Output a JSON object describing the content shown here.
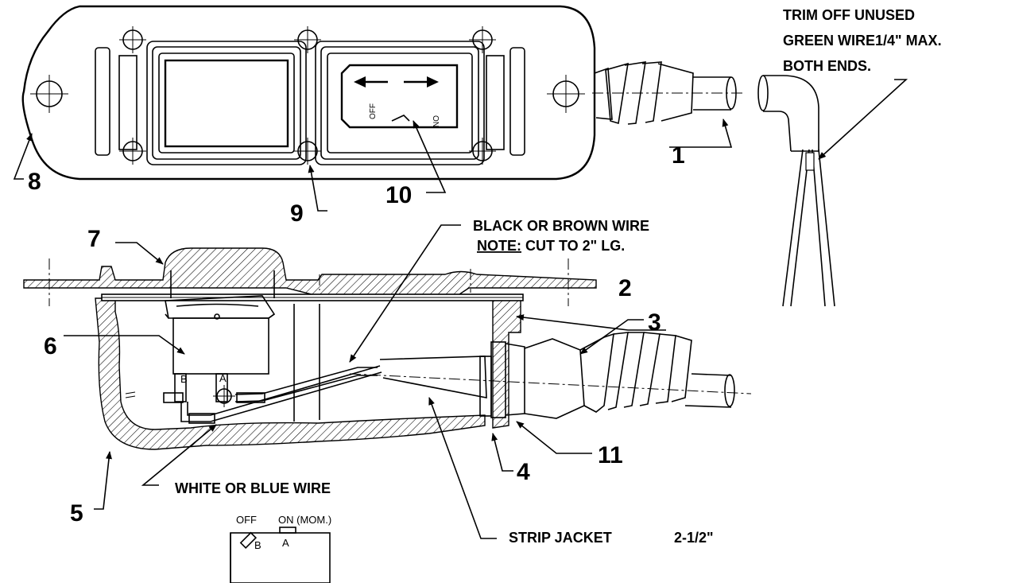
{
  "callouts": {
    "c1": "1",
    "c2": "2",
    "c3": "3",
    "c4": "4",
    "c5": "5",
    "c6": "6",
    "c7": "7",
    "c8": "8",
    "c9": "9",
    "c10": "10",
    "c11": "11"
  },
  "notes": {
    "trim_line1": "TRIM OFF UNUSED",
    "trim_line2": "GREEN WIRE1/4\" MAX.",
    "trim_line3": "BOTH ENDS.",
    "black_wire_line1": "BLACK OR BROWN WIRE",
    "black_wire_note_label": "NOTE:",
    "black_wire_note_text": " CUT TO 2\" LG.",
    "white_wire": "WHITE OR BLUE WIRE",
    "strip_jacket": "STRIP JACKET",
    "strip_length": "2-1/2\""
  },
  "switch_labels": {
    "off": "OFF",
    "on": "ON",
    "terminal_a": "A",
    "terminal_b": "B"
  },
  "schematic": {
    "off": "OFF",
    "on_mom": "ON (MOM.)",
    "terminal_b": "B",
    "terminal_a": "A"
  }
}
